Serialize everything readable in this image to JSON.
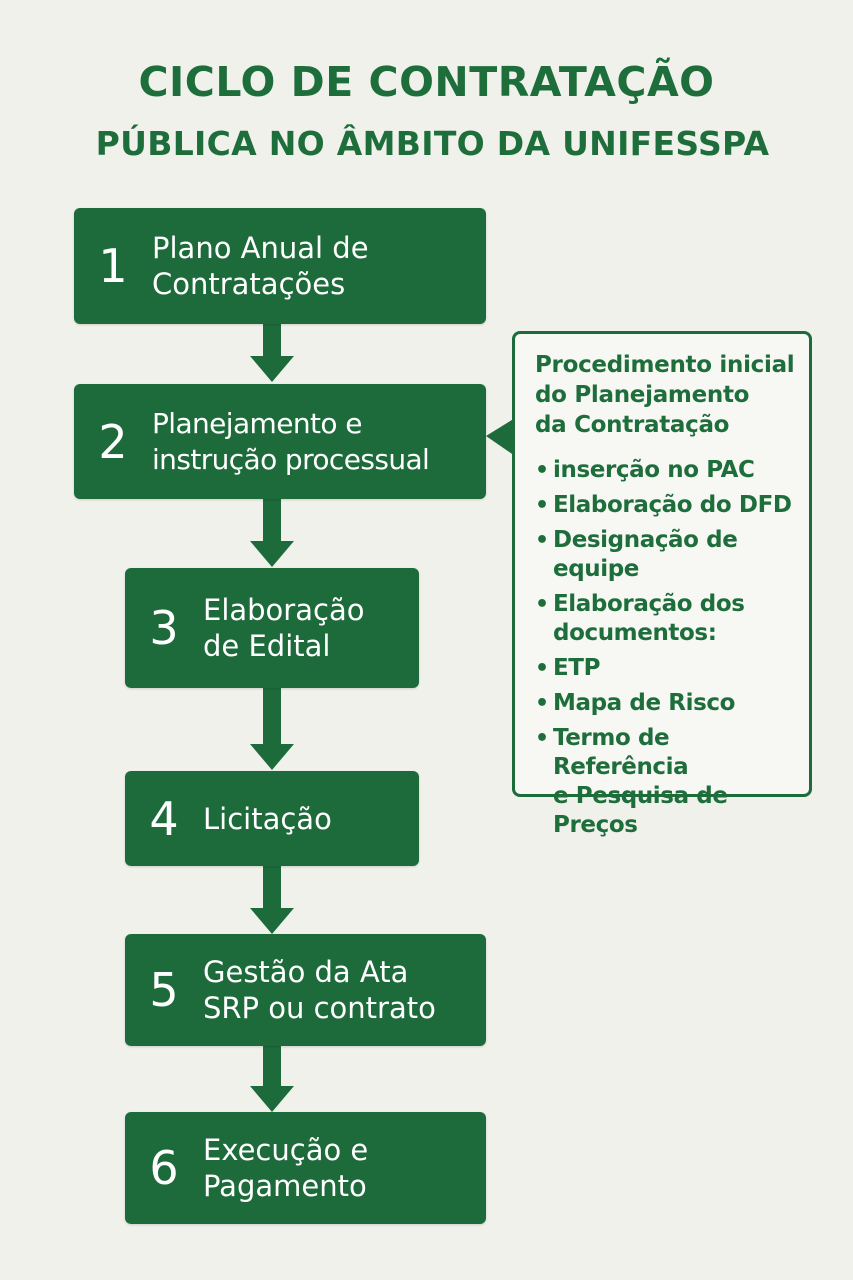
{
  "header": {
    "line1": "CICLO DE CONTRATAÇÃO",
    "line2": "PÚBLICA NO ÂMBITO DA UNIFESSPA"
  },
  "steps": [
    {
      "number": "1",
      "label": "Plano Anual de\nContratações"
    },
    {
      "number": "2",
      "label": "Planejamento e\ninstrução processual"
    },
    {
      "number": "3",
      "label": "Elaboração\nde Edital"
    },
    {
      "number": "4",
      "label": "Licitação"
    },
    {
      "number": "5",
      "label": "Gestão da Ata\nSRP ou contrato"
    },
    {
      "number": "6",
      "label": "Execução e\nPagamento"
    }
  ],
  "callout": {
    "title": "Procedimento inicial\ndo Planejamento\nda Contratação",
    "items": [
      "inserção no PAC",
      "Elaboração do DFD",
      "Designação de\nequipe",
      "Elaboração dos\ndocumentos:",
      "ETP",
      "Mapa de Risco",
      "Termo de Referência\ne Pesquisa de Preços"
    ]
  },
  "colors": {
    "primary_green": "#1d6b3b",
    "title_green": "#1e6e3c",
    "background": "#f1f1ec"
  }
}
